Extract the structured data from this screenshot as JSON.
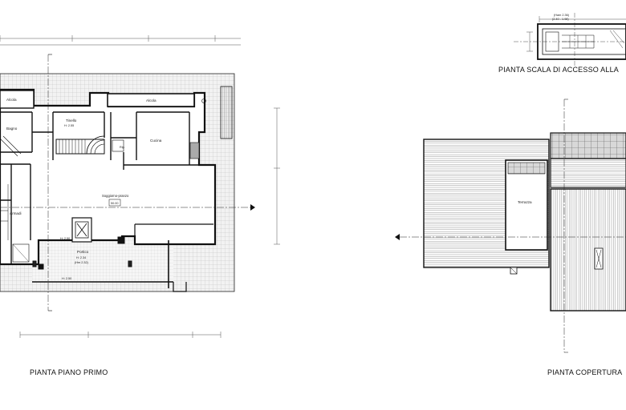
{
  "titles": {
    "first_floor": "PIANTA PIANO PRIMO",
    "stair_access": "PIANTA SCALA DI ACCESSO ALLA",
    "roof": "PIANTA COPERTURA"
  },
  "rooms": {
    "alcova_left": "Alcola",
    "alcova_right": "Alcola",
    "bagno": "Bagno",
    "tinello": "Tinello",
    "tinello_h": "H: 2.55",
    "cucina": "Cucina",
    "ripostiglio": "Rip.",
    "soggiorno": "Soggiorno-pranzo",
    "soggiorno_area": "50.00",
    "armadi": "Armadi",
    "portico": "Portico",
    "portico_h": "H: 2.34",
    "portico_hm": "(Hm 2.32)",
    "h_right": "H: 2.50",
    "h_small": "H: 2.50",
    "terrazza": "Terrazza",
    "stair_h": "(Ham 2.36)",
    "stair_h2": "(2.40 - 1.98)"
  },
  "colors": {
    "line": "#111111",
    "dim": "#555555",
    "hatch": "#9a9a9a",
    "pattern_fill": "#ededed"
  }
}
